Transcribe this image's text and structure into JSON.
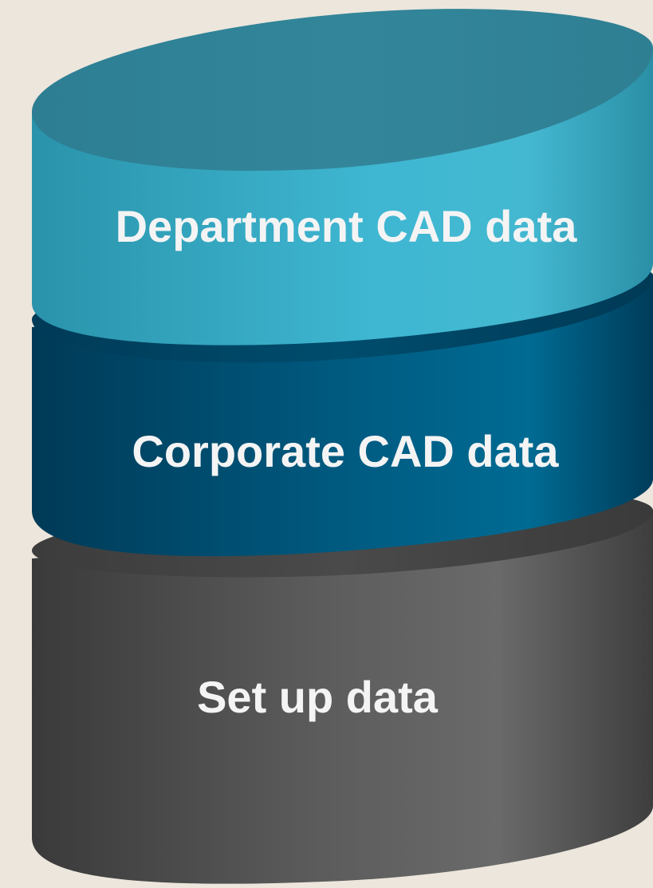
{
  "diagram": {
    "layers": [
      {
        "label": "Department CAD data",
        "color": "#3fb5cf"
      },
      {
        "label": "Corporate CAD data",
        "color": "#005e83"
      },
      {
        "label": "Set up data",
        "color": "#5f5f5f"
      }
    ],
    "background_color": "#ece6dc"
  }
}
